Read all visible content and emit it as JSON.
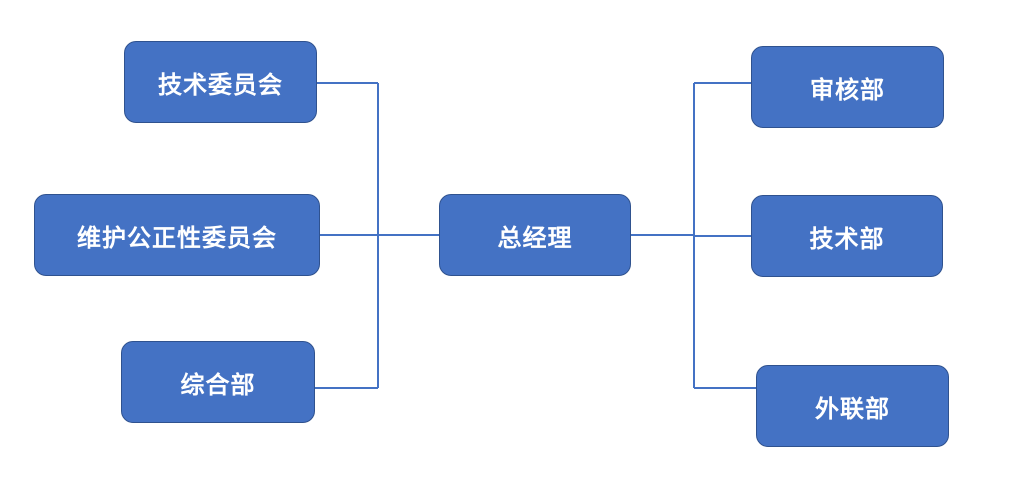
{
  "diagram": {
    "title_node": "总经理",
    "left_nodes": [
      "技术委员会",
      "维护公正性委员会",
      "综合部"
    ],
    "right_nodes": [
      "审核部",
      "技术部",
      "外联部"
    ],
    "colors": {
      "box_fill": "#4472c4",
      "box_border": "#2f528f",
      "line": "#4472c4",
      "text": "#ffffff"
    }
  }
}
